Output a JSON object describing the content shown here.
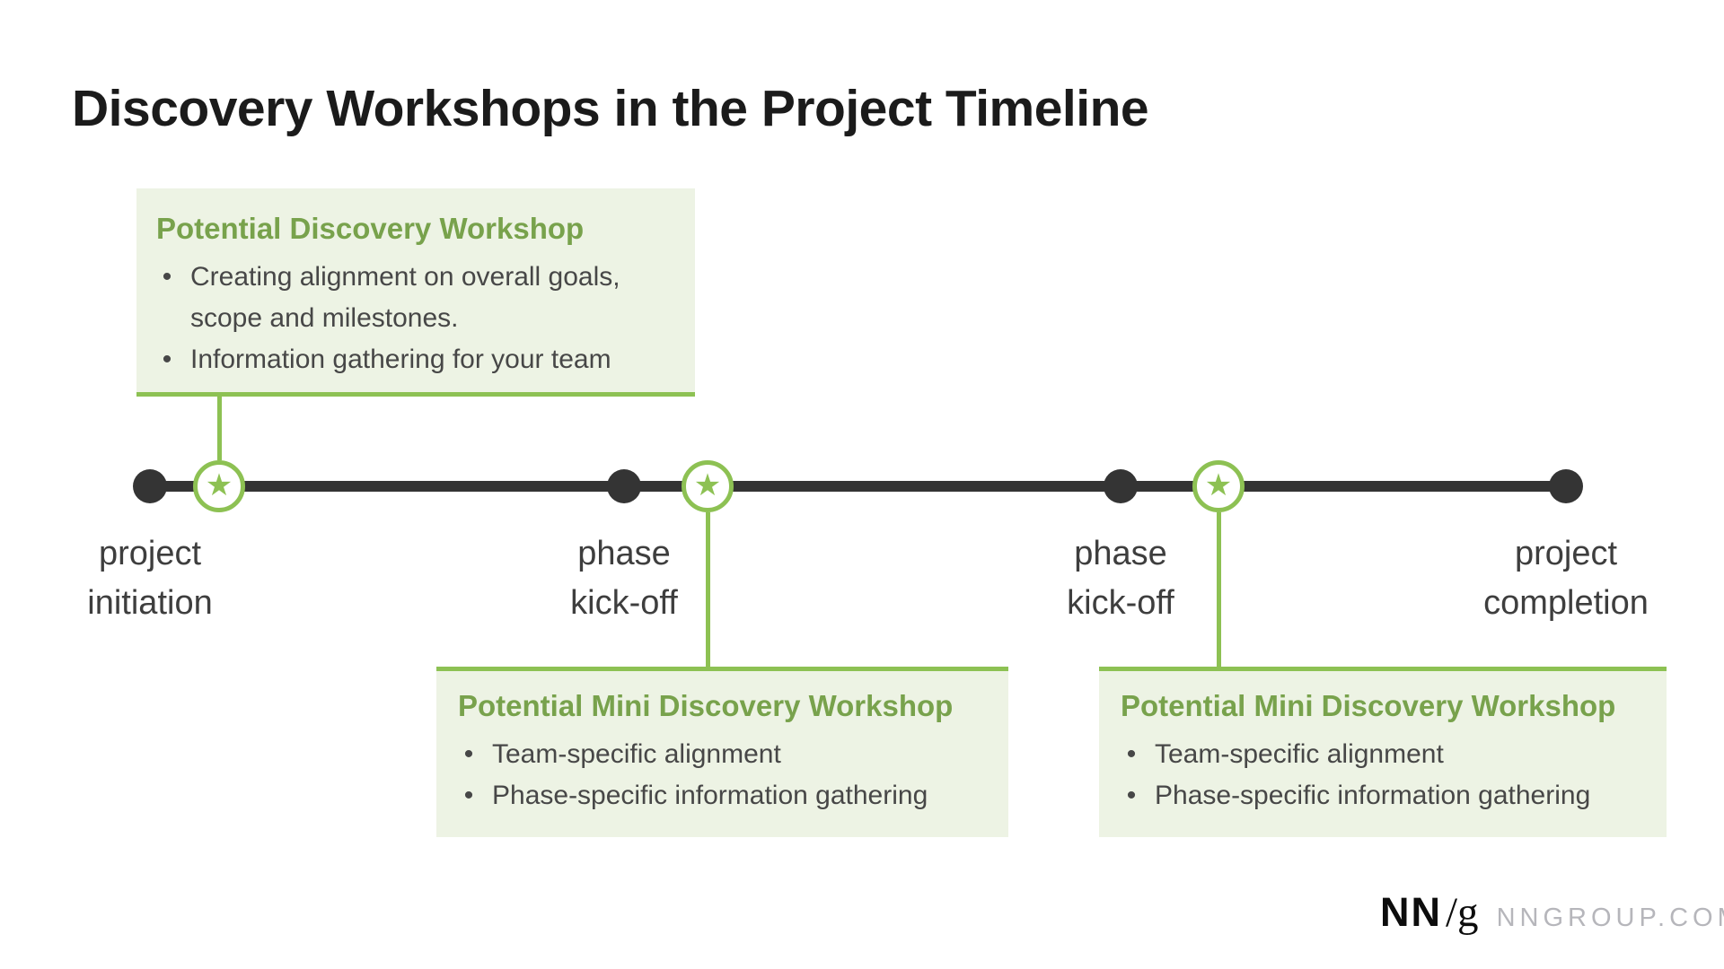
{
  "title": "Discovery Workshops in the Project Timeline",
  "colors": {
    "green": "#8dc153",
    "green_text": "#78a24c",
    "box_bg": "#edf3e4",
    "line": "#343434",
    "body_text": "#474747",
    "label_text": "#3e3e3e",
    "title_text": "#1b1b1b",
    "logo_gray": "#b6b6bb"
  },
  "ui": {
    "bullet_char": "•",
    "star_char": "★"
  },
  "callouts": {
    "top": {
      "title": "Potential Discovery Workshop",
      "bullets": [
        "Creating alignment on overall goals, scope and milestones.",
        "Information gathering for your team"
      ]
    },
    "bottom_left": {
      "title": "Potential Mini Discovery Workshop",
      "bullets": [
        "Team-specific alignment",
        "Phase-specific information gathering"
      ]
    },
    "bottom_right": {
      "title": "Potential Mini Discovery Workshop",
      "bullets": [
        "Team-specific alignment",
        "Phase-specific information gathering"
      ]
    }
  },
  "timeline": {
    "milestones": [
      {
        "label": "project\ninitiation"
      },
      {
        "label": "phase\nkick-off"
      },
      {
        "label": "phase\nkick-off"
      },
      {
        "label": "project\ncompletion"
      }
    ]
  },
  "footer": {
    "logo_nn": "NN",
    "logo_slash_g": "/g",
    "site": "NNGROUP.COM"
  }
}
